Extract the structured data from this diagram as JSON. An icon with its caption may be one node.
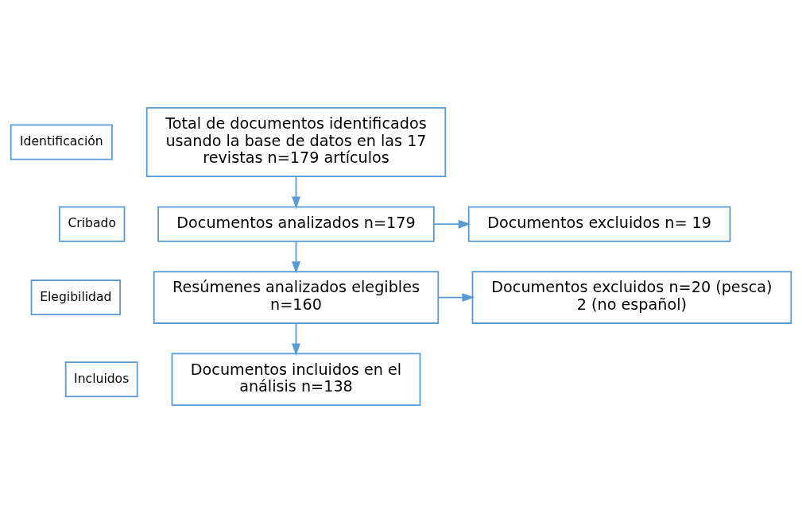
{
  "diagram": {
    "nodes": [
      {
        "text": [
          "Identificación"
        ]
      },
      {
        "text": [
          "Total de documentos identificados usando la base de datos en las 17 revistas n=179 artículos"
        ]
      },
      {
        "text": [
          "Cribado"
        ]
      },
      {
        "text": [
          "Documentos analizados n=179"
        ]
      },
      {
        "text": [
          "Documentos excluidos n= 19"
        ]
      },
      {
        "text": [
          "Elegibilidad"
        ]
      },
      {
        "text": [
          "Resúmenes analizados elegibles n=160"
        ]
      },
      {
        "text": [
          "Documentos excluidos n=20 (pesca) 2 (no español)"
        ]
      },
      {
        "text": [
          "Incluidos"
        ]
      },
      {
        "text": [
          "Documentos incluidos en el análisis n=138"
        ]
      }
    ],
    "edges": [
      {
        "from": 1,
        "to": 3,
        "arrow": "to"
      },
      {
        "from": 3,
        "to": 4,
        "arrow": "to"
      },
      {
        "from": 3,
        "to": 6,
        "arrow": "to"
      },
      {
        "from": 6,
        "to": 7,
        "arrow": "to"
      },
      {
        "from": 6,
        "to": 9,
        "arrow": "to"
      }
    ]
  }
}
